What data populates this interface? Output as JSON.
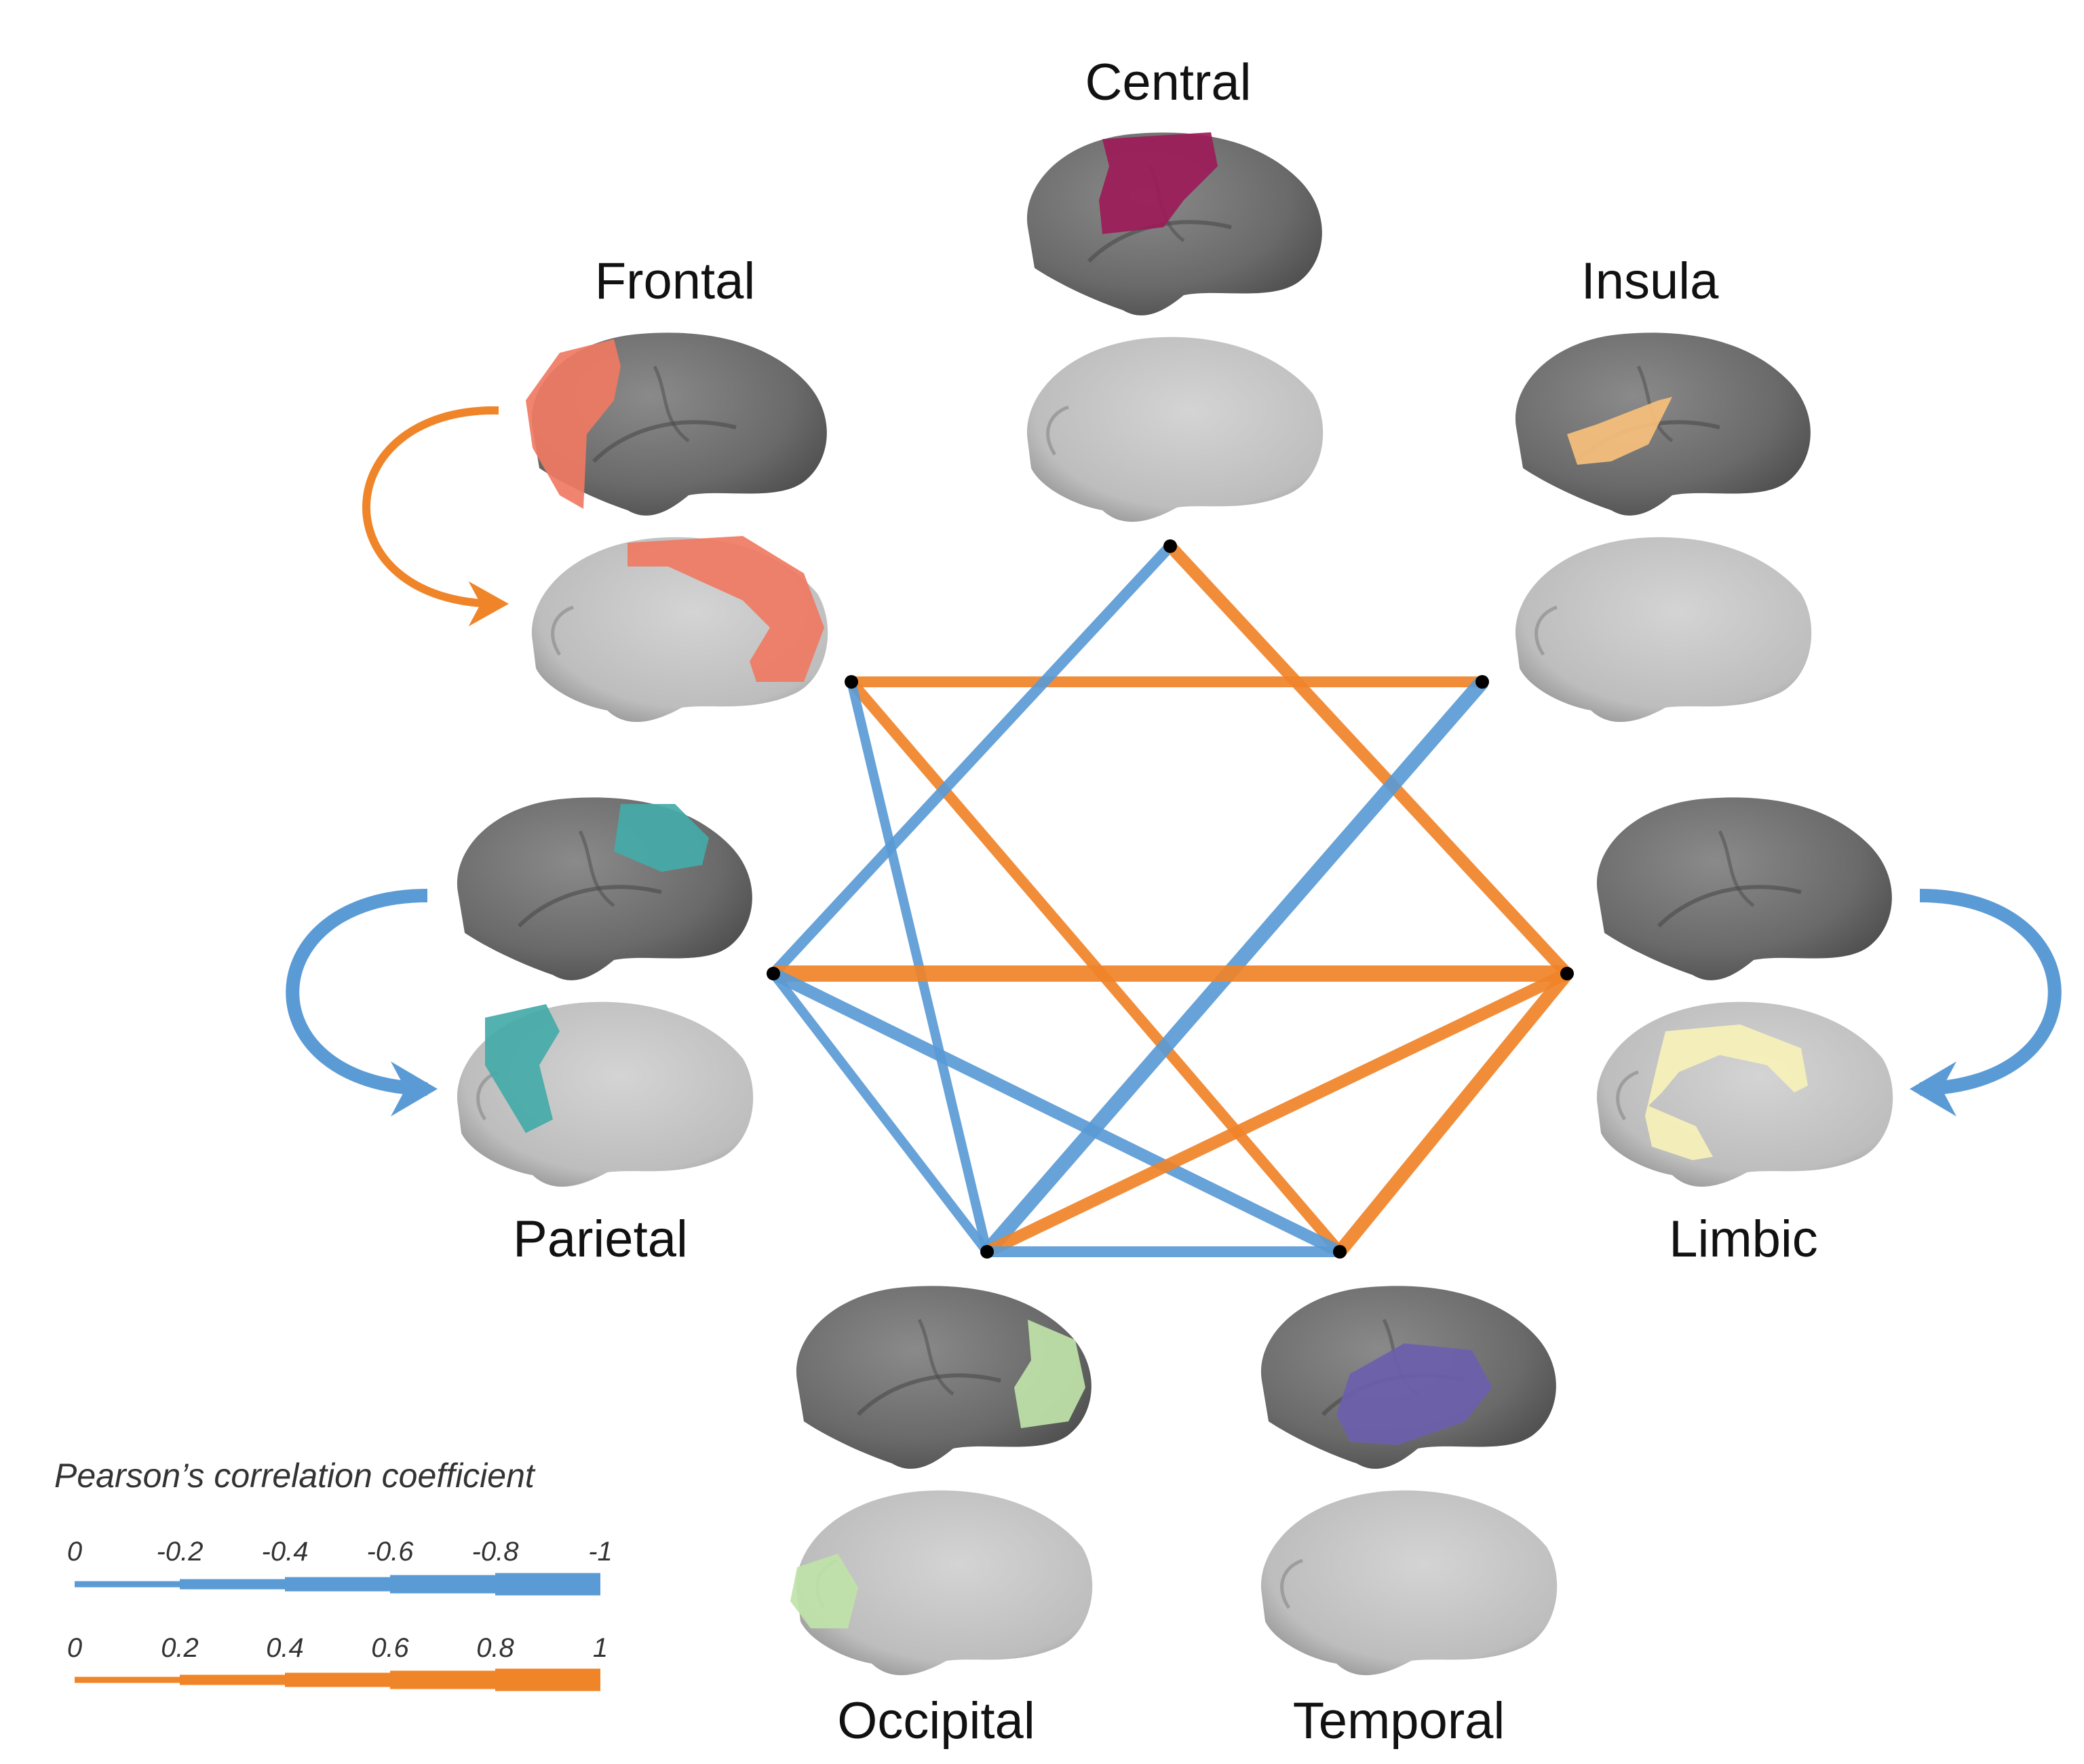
{
  "regions": [
    {
      "id": "central",
      "label": "Central",
      "color": "#9b1b57"
    },
    {
      "id": "insula",
      "label": "Insula",
      "color": "#f7c07c"
    },
    {
      "id": "limbic",
      "label": "Limbic",
      "color": "#f7f2b8"
    },
    {
      "id": "temporal",
      "label": "Temporal",
      "color": "#6b5fad"
    },
    {
      "id": "occipital",
      "label": "Occipital",
      "color": "#bfe3a8"
    },
    {
      "id": "parietal",
      "label": "Parietal",
      "color": "#44aaa8"
    },
    {
      "id": "frontal",
      "label": "Frontal",
      "color": "#ef7a62"
    }
  ],
  "connections": [
    {
      "from": "frontal",
      "to": "insula",
      "r": 0.5
    },
    {
      "from": "frontal",
      "to": "temporal",
      "r": 0.5
    },
    {
      "from": "frontal",
      "to": "occipital",
      "r": -0.4
    },
    {
      "from": "central",
      "to": "parietal",
      "r": -0.5
    },
    {
      "from": "central",
      "to": "limbic",
      "r": 0.6
    },
    {
      "from": "insula",
      "to": "occipital",
      "r": -0.8
    },
    {
      "from": "parietal",
      "to": "limbic",
      "r": 0.9
    },
    {
      "from": "parietal",
      "to": "occipital",
      "r": -0.4
    },
    {
      "from": "parietal",
      "to": "temporal",
      "r": -0.6
    },
    {
      "from": "limbic",
      "to": "occipital",
      "r": 0.6
    },
    {
      "from": "limbic",
      "to": "temporal",
      "r": 0.7
    },
    {
      "from": "occipital",
      "to": "temporal",
      "r": -0.5
    }
  ],
  "self_loops": [
    {
      "region": "frontal",
      "r": 0.3
    },
    {
      "region": "parietal",
      "r": -0.7
    },
    {
      "region": "limbic",
      "r": -0.7
    }
  ],
  "colors": {
    "negative": "#5b9bd5",
    "positive": "#f08429"
  },
  "legend": {
    "title": "Pearson’s correlation coefficient",
    "negative_ticks": [
      "0",
      "-0.2",
      "-0.4",
      "-0.6",
      "-0.8",
      "-1"
    ],
    "positive_ticks": [
      "0",
      "0.2",
      "0.4",
      "0.6",
      "0.8",
      "1"
    ]
  }
}
